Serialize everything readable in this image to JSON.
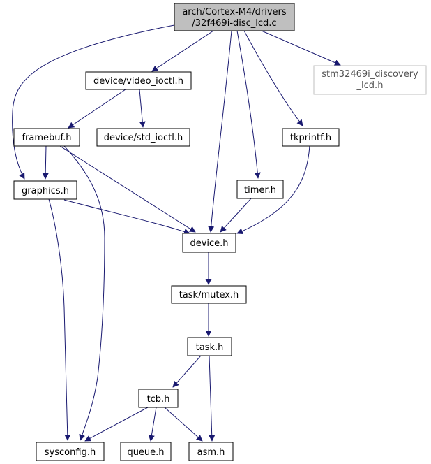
{
  "colors": {
    "edge": "#191970",
    "node_border": "#000000",
    "node_fill": "#ffffff",
    "root_fill": "#bfbfbf",
    "external_border": "#bfbfbf",
    "external_text": "#555555"
  },
  "nodes": {
    "root": {
      "line1": "arch/Cortex-M4/drivers",
      "line2": "/32f469i-disc_lcd.c"
    },
    "video_ioctl": {
      "label": "device/video_ioctl.h"
    },
    "stm32469i": {
      "line1": "stm32469i_discovery",
      "line2": "_lcd.h"
    },
    "framebuf": {
      "label": "framebuf.h"
    },
    "std_ioctl": {
      "label": "device/std_ioctl.h"
    },
    "tkprintf": {
      "label": "tkprintf.h"
    },
    "graphics": {
      "label": "graphics.h"
    },
    "timer": {
      "label": "timer.h"
    },
    "device": {
      "label": "device.h"
    },
    "mutex": {
      "label": "task/mutex.h"
    },
    "task": {
      "label": "task.h"
    },
    "tcb": {
      "label": "tcb.h"
    },
    "sysconfig": {
      "label": "sysconfig.h"
    },
    "queue": {
      "label": "queue.h"
    },
    "asm": {
      "label": "asm.h"
    }
  }
}
